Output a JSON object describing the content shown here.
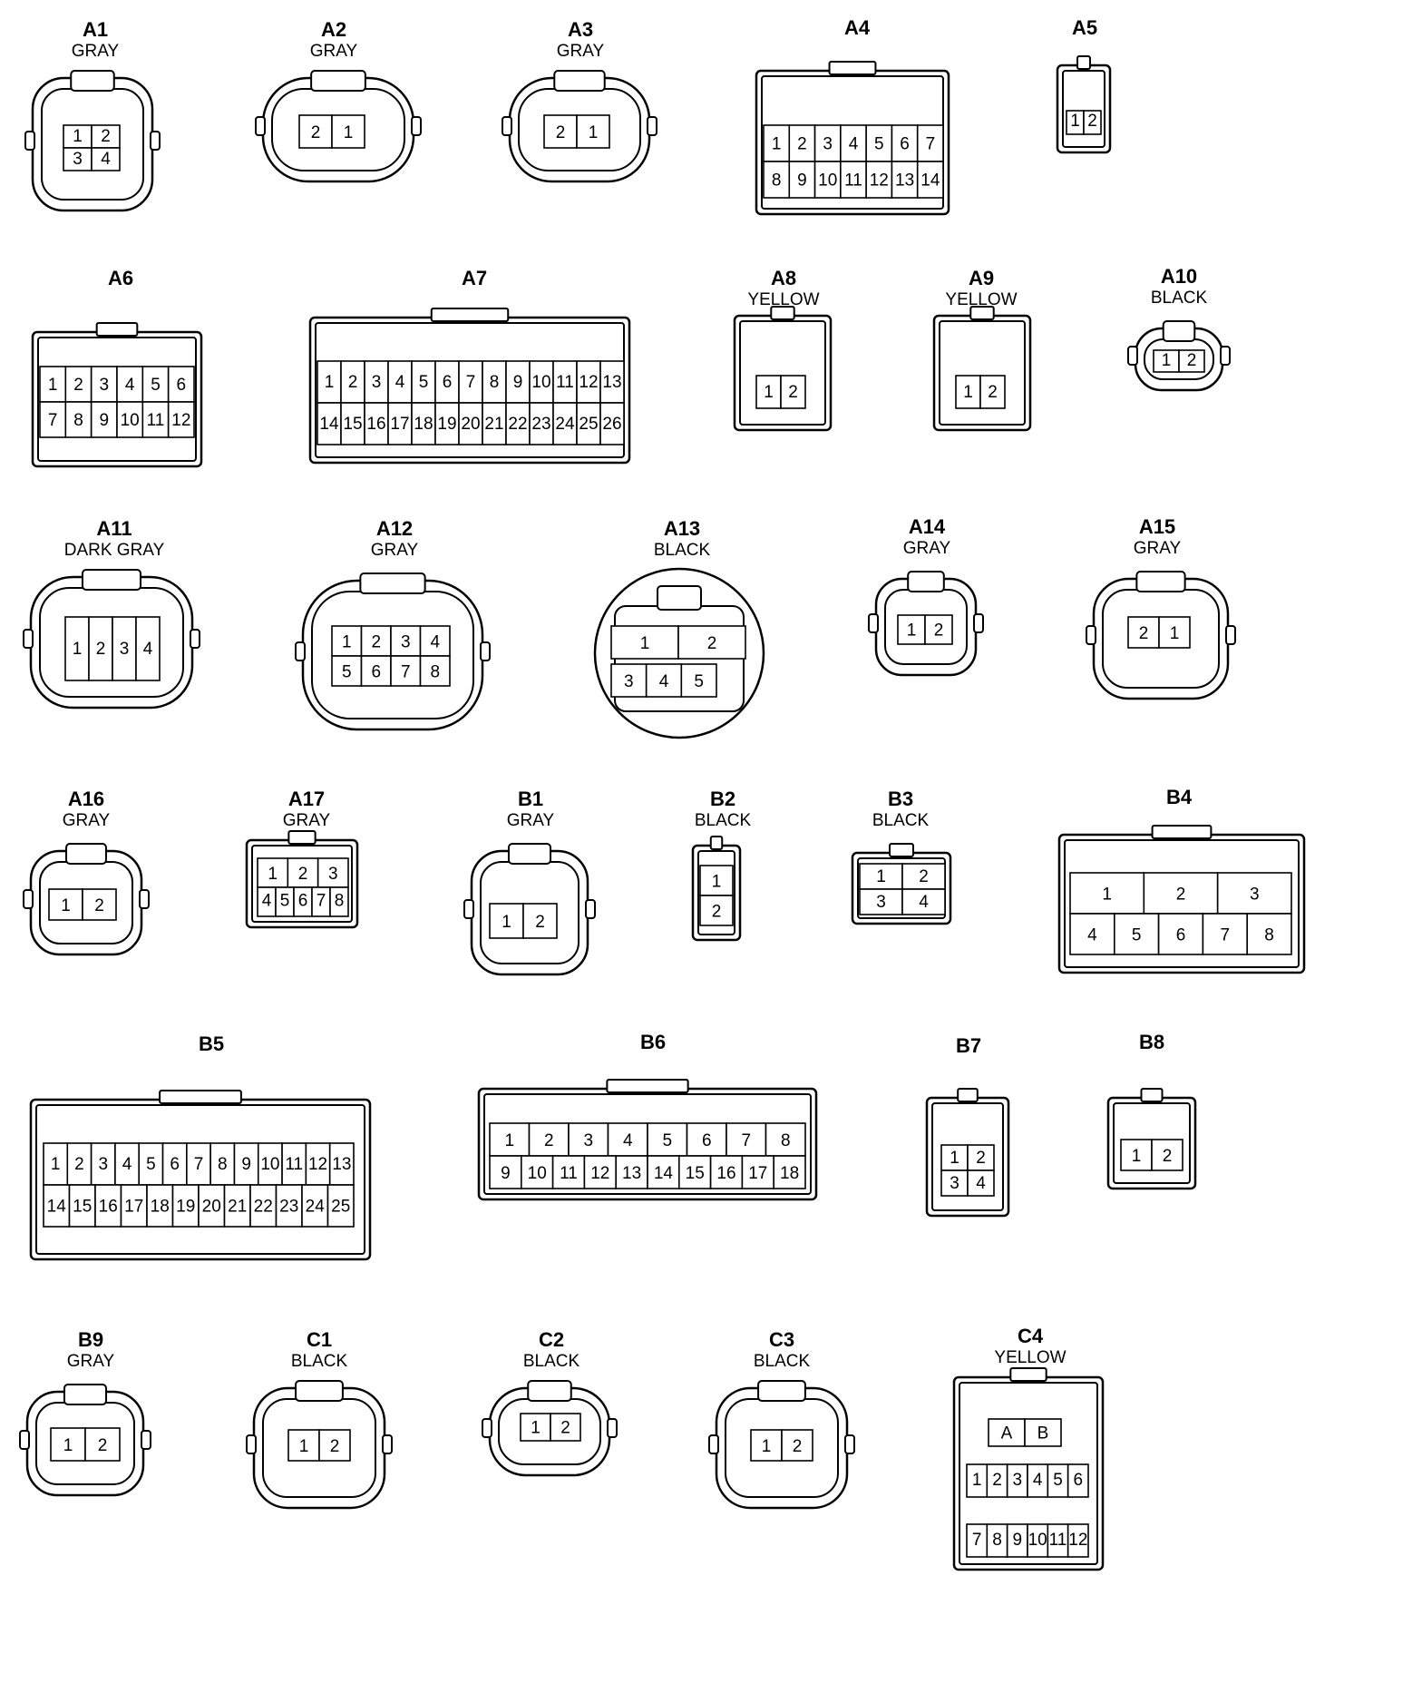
{
  "connectors": [
    {
      "id": "A1",
      "color": "GRAY",
      "pins": [
        [
          "1",
          "2"
        ],
        [
          "3",
          "4"
        ]
      ]
    },
    {
      "id": "A2",
      "color": "GRAY",
      "pins": [
        [
          "2",
          "1"
        ]
      ]
    },
    {
      "id": "A3",
      "color": "GRAY",
      "pins": [
        [
          "2",
          "1"
        ]
      ]
    },
    {
      "id": "A4",
      "color": "",
      "pins": [
        [
          "1",
          "2",
          "3",
          "4",
          "5",
          "6",
          "7"
        ],
        [
          "8",
          "9",
          "10",
          "11",
          "12",
          "13",
          "14"
        ]
      ]
    },
    {
      "id": "A5",
      "color": "",
      "pins": [
        [
          "1",
          "2"
        ]
      ]
    },
    {
      "id": "A6",
      "color": "",
      "pins": [
        [
          "1",
          "2",
          "3",
          "4",
          "5",
          "6"
        ],
        [
          "7",
          "8",
          "9",
          "10",
          "11",
          "12"
        ]
      ]
    },
    {
      "id": "A7",
      "color": "",
      "pins": [
        [
          "1",
          "2",
          "3",
          "4",
          "5",
          "6",
          "7",
          "8",
          "9",
          "10",
          "11",
          "12",
          "13"
        ],
        [
          "14",
          "15",
          "16",
          "17",
          "18",
          "19",
          "20",
          "21",
          "22",
          "23",
          "24",
          "25",
          "26"
        ]
      ]
    },
    {
      "id": "A8",
      "color": "YELLOW",
      "pins": [
        [
          "1",
          "2"
        ]
      ]
    },
    {
      "id": "A9",
      "color": "YELLOW",
      "pins": [
        [
          "1",
          "2"
        ]
      ]
    },
    {
      "id": "A10",
      "color": "BLACK",
      "pins": [
        [
          "1",
          "2"
        ]
      ]
    },
    {
      "id": "A11",
      "color": "DARK GRAY",
      "pins": [
        [
          "1",
          "2",
          "3",
          "4"
        ]
      ]
    },
    {
      "id": "A12",
      "color": "GRAY",
      "pins": [
        [
          "1",
          "2",
          "3",
          "4"
        ],
        [
          "5",
          "6",
          "7",
          "8"
        ]
      ]
    },
    {
      "id": "A13",
      "color": "BLACK",
      "pins": [
        [
          "1",
          "2"
        ],
        [
          "3",
          "4",
          "5"
        ]
      ]
    },
    {
      "id": "A14",
      "color": "GRAY",
      "pins": [
        [
          "1",
          "2"
        ]
      ]
    },
    {
      "id": "A15",
      "color": "GRAY",
      "pins": [
        [
          "2",
          "1"
        ]
      ]
    },
    {
      "id": "A16",
      "color": "GRAY",
      "pins": [
        [
          "1",
          "2"
        ]
      ]
    },
    {
      "id": "A17",
      "color": "GRAY",
      "pins": [
        [
          "1",
          "2",
          "3"
        ],
        [
          "4",
          "5",
          "6",
          "7",
          "8"
        ]
      ]
    },
    {
      "id": "B1",
      "color": "GRAY",
      "pins": [
        [
          "1",
          "2"
        ]
      ]
    },
    {
      "id": "B2",
      "color": "BLACK",
      "pins": [
        [
          "1"
        ],
        [
          "2"
        ]
      ]
    },
    {
      "id": "B3",
      "color": "BLACK",
      "pins": [
        [
          "1",
          "2"
        ],
        [
          "3",
          "4"
        ]
      ]
    },
    {
      "id": "B4",
      "color": "",
      "pins": [
        [
          "1",
          "2",
          "3"
        ],
        [
          "4",
          "5",
          "6",
          "7",
          "8"
        ]
      ]
    },
    {
      "id": "B5",
      "color": "",
      "pins": [
        [
          "1",
          "2",
          "3",
          "4",
          "5",
          "6",
          "7",
          "8",
          "9",
          "10",
          "11",
          "12",
          "13"
        ],
        [
          "14",
          "15",
          "16",
          "17",
          "18",
          "19",
          "20",
          "21",
          "22",
          "23",
          "24",
          "25"
        ]
      ]
    },
    {
      "id": "B6",
      "color": "",
      "pins": [
        [
          "1",
          "2",
          "3",
          "4",
          "5",
          "6",
          "7",
          "8"
        ],
        [
          "9",
          "10",
          "11",
          "12",
          "13",
          "14",
          "15",
          "16",
          "17",
          "18"
        ]
      ]
    },
    {
      "id": "B7",
      "color": "",
      "pins": [
        [
          "1",
          "2"
        ],
        [
          "3",
          "4"
        ]
      ]
    },
    {
      "id": "B8",
      "color": "",
      "pins": [
        [
          "1",
          "2"
        ]
      ]
    },
    {
      "id": "B9",
      "color": "GRAY",
      "pins": [
        [
          "1",
          "2"
        ]
      ]
    },
    {
      "id": "C1",
      "color": "BLACK",
      "pins": [
        [
          "1",
          "2"
        ]
      ]
    },
    {
      "id": "C2",
      "color": "BLACK",
      "pins": [
        [
          "1",
          "2"
        ]
      ]
    },
    {
      "id": "C3",
      "color": "BLACK",
      "pins": [
        [
          "1",
          "2"
        ]
      ]
    },
    {
      "id": "C4",
      "color": "YELLOW",
      "pins": [
        [
          "A",
          "B"
        ],
        [
          "1",
          "2",
          "3",
          "4",
          "5",
          "6"
        ],
        [
          "7",
          "8",
          "9",
          "10",
          "11",
          "12"
        ]
      ]
    }
  ]
}
